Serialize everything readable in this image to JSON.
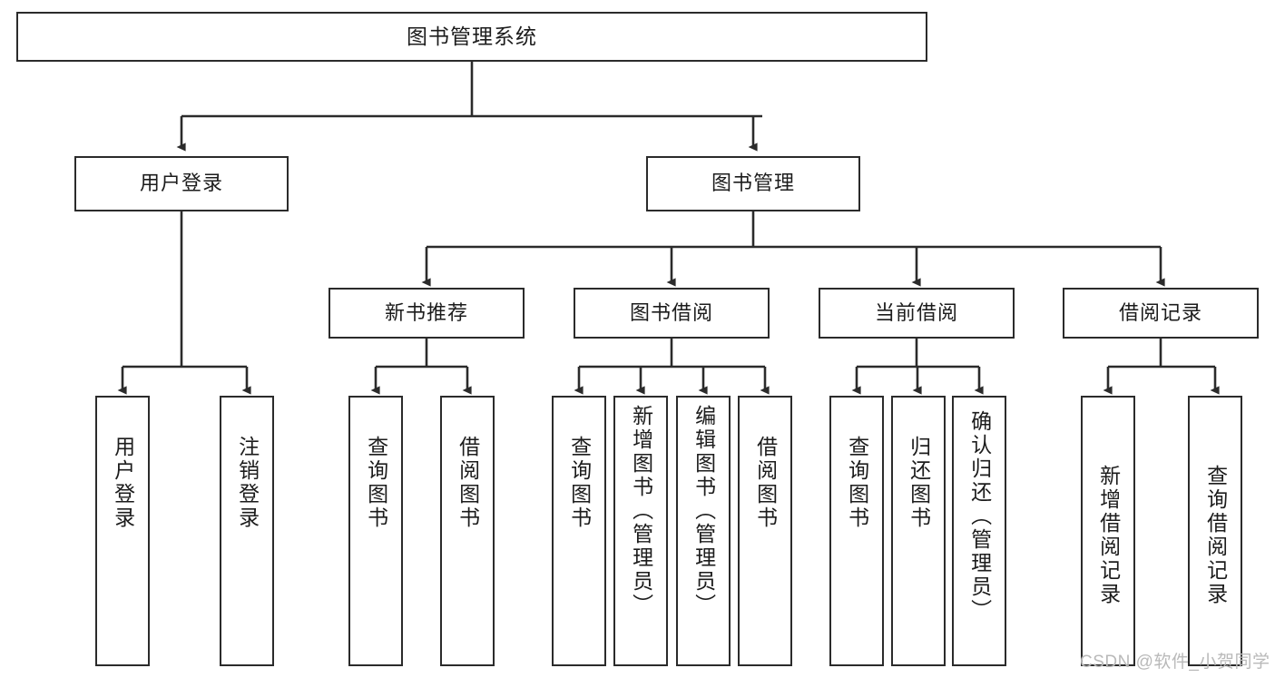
{
  "diagram": {
    "title": "图书管理系统",
    "type": "hierarchy-tree",
    "colors": {
      "box_border": "#2b2b2b",
      "box_fill": "#ffffff",
      "connector": "#2b2b2b",
      "text": "#1c1c1c",
      "watermark": "#b9b9b9"
    },
    "levels": {
      "root": {
        "label": "图书管理系统"
      },
      "level2": [
        {
          "id": "user-login",
          "label": "用户登录"
        },
        {
          "id": "book-management",
          "label": "图书管理"
        }
      ],
      "level3": [
        {
          "id": "new-book-recommend",
          "label": "新书推荐"
        },
        {
          "id": "book-borrow",
          "label": "图书借阅"
        },
        {
          "id": "current-borrow",
          "label": "当前借阅"
        },
        {
          "id": "borrow-record",
          "label": "借阅记录"
        }
      ],
      "leaves": {
        "user-login": [
          {
            "id": "leaf-user-login",
            "label": "用户登录"
          },
          {
            "id": "leaf-logout-login",
            "label": "注销登录"
          }
        ],
        "new-book-recommend": [
          {
            "id": "leaf-query-book-1",
            "label": "查询图书"
          },
          {
            "id": "leaf-borrow-book-1",
            "label": "借阅图书"
          }
        ],
        "book-borrow": [
          {
            "id": "leaf-query-book-2",
            "label": "查询图书"
          },
          {
            "id": "leaf-add-book",
            "label": "新增图书（管理员）"
          },
          {
            "id": "leaf-edit-book",
            "label": "编辑图书（管理员）"
          },
          {
            "id": "leaf-borrow-book-2",
            "label": "借阅图书"
          }
        ],
        "current-borrow": [
          {
            "id": "leaf-query-book-3",
            "label": "查询图书"
          },
          {
            "id": "leaf-return-book",
            "label": "归还图书"
          },
          {
            "id": "leaf-confirm-return",
            "label": "确认归还（管理员）"
          }
        ],
        "borrow-record": [
          {
            "id": "leaf-add-record",
            "label": "新增借阅记录"
          },
          {
            "id": "leaf-query-record",
            "label": "查询借阅记录"
          }
        ]
      }
    },
    "watermark": "CSDN @软件_小贺同学"
  }
}
